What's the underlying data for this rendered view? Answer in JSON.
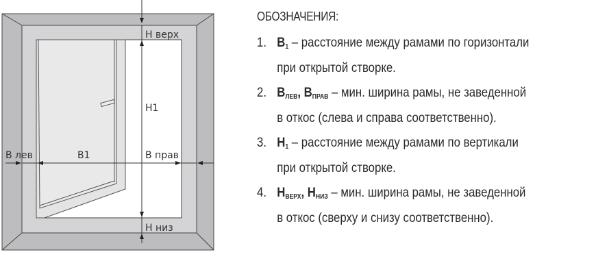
{
  "diagram": {
    "labels": {
      "h_top": "H верх",
      "h1": "H1",
      "b_left": "B лев",
      "b1": "B1",
      "b_right": "B прав",
      "h_bottom": "H низ"
    },
    "colors": {
      "wall": "#bdbdbf",
      "frame": "#d4d4d6",
      "sash": "#e2e2e2",
      "line": "#3a3a3a"
    }
  },
  "legend": {
    "title": "ОБОЗНАЧЕНИЯ:",
    "items": [
      {
        "num": "1.",
        "sym1": "B",
        "sub1": "1",
        "sep": "",
        "sym2": "",
        "sub2": "",
        "line1": " – расстояние между рамами по горизонтали",
        "line2": "при открытой створке."
      },
      {
        "num": "2.",
        "sym1": "B",
        "sub1": "ЛЕВ",
        "sep": ", ",
        "sym2": "B",
        "sub2": "ПРАВ",
        "line1": " – мин. ширина рамы, не заведенной",
        "line2": "в откос (слева и справа соответственно)."
      },
      {
        "num": "3.",
        "sym1": "H",
        "sub1": "1",
        "sep": "",
        "sym2": "",
        "sub2": "",
        "line1": " – расстояние между рамами по вертикали",
        "line2": "при открытой створке."
      },
      {
        "num": "4.",
        "sym1": "H",
        "sub1": "ВЕРХ",
        "sep": ", ",
        "sym2": "H",
        "sub2": "НИЗ",
        "line1": " – мин. ширина рамы, не заведенной",
        "line2": "в откос (сверху и снизу соответственно)."
      }
    ]
  }
}
